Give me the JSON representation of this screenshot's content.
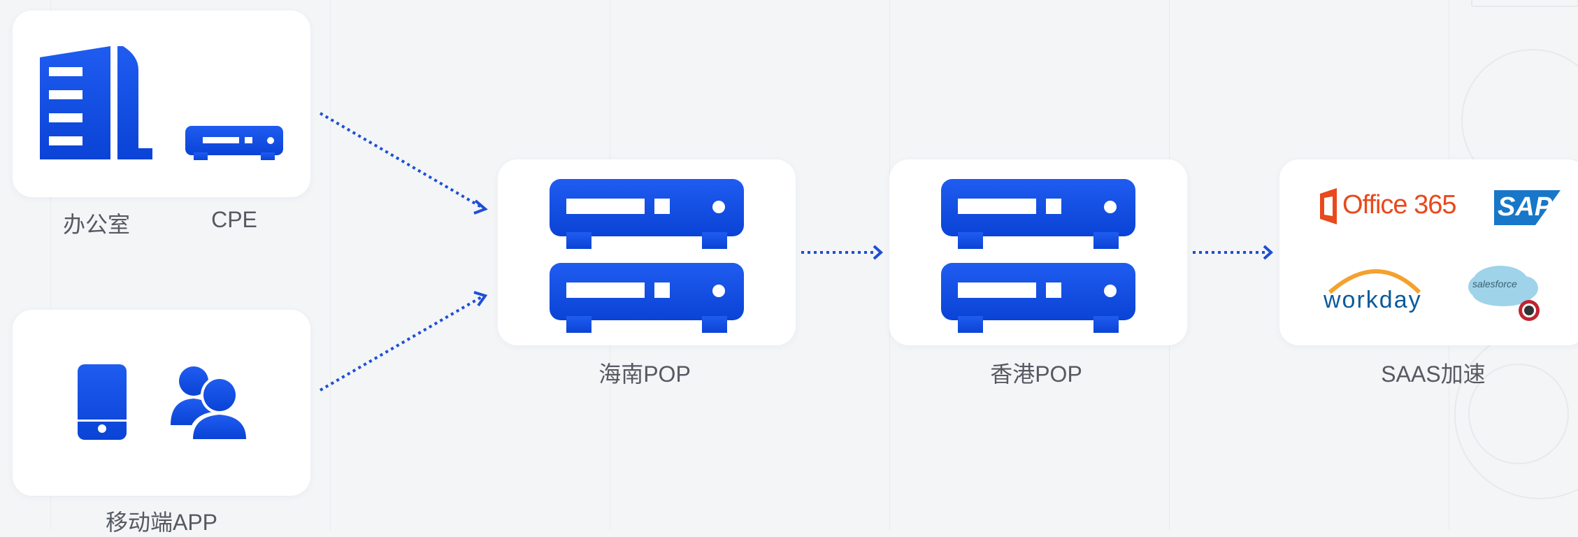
{
  "nodes": {
    "office": {
      "label": "办公室"
    },
    "cpe": {
      "label": "CPE"
    },
    "mobile": {
      "label": "移动端APP"
    },
    "hainan": {
      "label": "海南POP"
    },
    "hongkong": {
      "label": "香港POP"
    },
    "saas": {
      "label": "SAAS加速"
    }
  },
  "saas_logos": {
    "office365": "Office 365",
    "sap": "SAP",
    "workday": "workday",
    "salesforce": "salesforce"
  },
  "colors": {
    "icon_gradient_top": "#1f5cf0",
    "icon_gradient_bottom": "#0a43d6",
    "arrow": "#1d4fd6",
    "office_orange": "#e8491d",
    "sap_blue": "#1877c8",
    "workday_blue": "#0a5a9c",
    "workday_arc": "#f4a12d"
  }
}
